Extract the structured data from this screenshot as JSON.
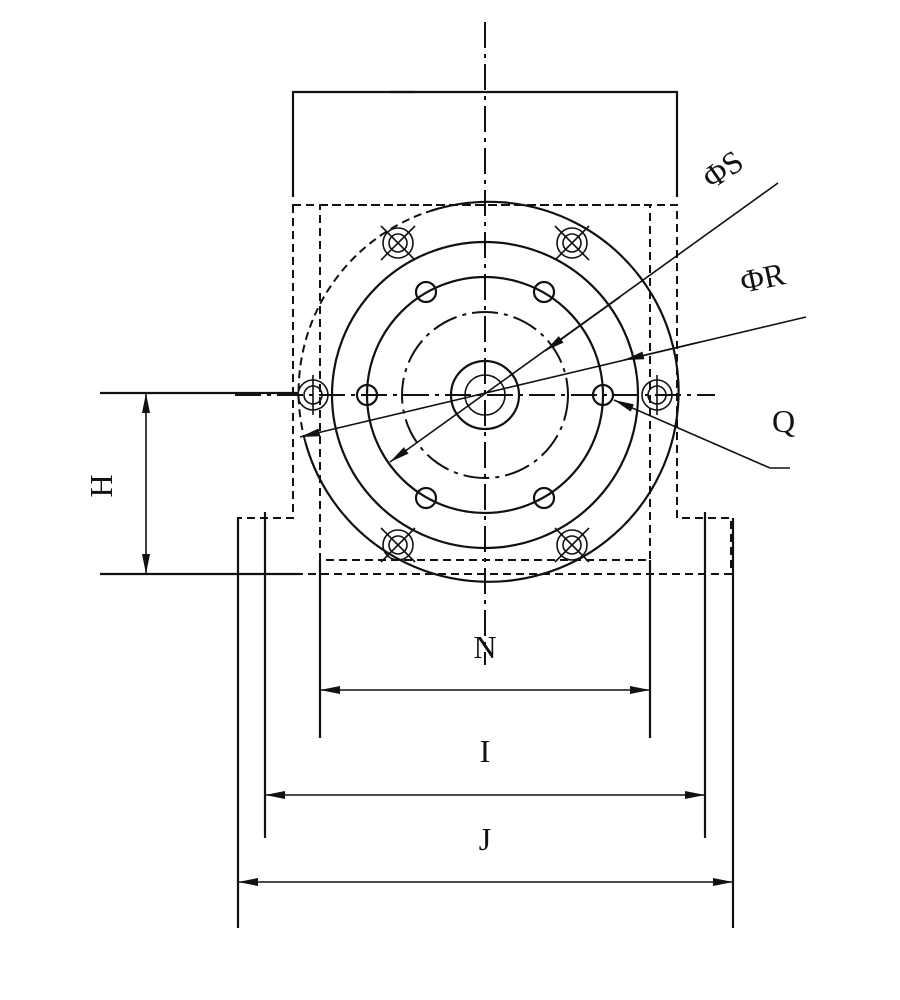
{
  "diagram": {
    "labels": {
      "phi_s": "ΦS",
      "phi_r": "ΦR",
      "q": "Q",
      "h": "H",
      "n": "N",
      "i": "I",
      "j": "J"
    }
  }
}
